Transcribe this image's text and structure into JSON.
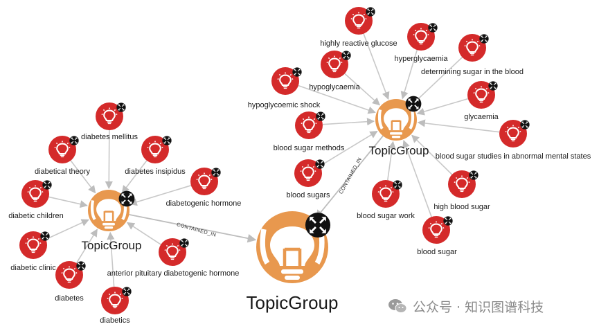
{
  "center": {
    "label": "TopicGroup"
  },
  "edge_label": "CONTAINED_IN",
  "groups": [
    {
      "label": "TopicGroup",
      "nodes": [
        "diabetes mellitus",
        "diabetical theory",
        "diabetes insipidus",
        "diabetogenic hormone",
        "diabetic children",
        "diabetic clinic",
        "diabetes",
        "diabetics",
        "anterior pituitary diabetogenic hormone"
      ]
    },
    {
      "label": "TopicGroup",
      "nodes": [
        "highly reactive glucose",
        "hyperglycaemia",
        "hypoglycaemia",
        "determining sugar in the blood",
        "hypoglycoemic shock",
        "glycaemia",
        "blood sugar methods",
        "blood sugar studies in abnormal mental states",
        "blood sugars",
        "high blood sugar",
        "blood sugar work",
        "blood sugar"
      ]
    }
  ],
  "watermark": {
    "text": "公众号 · 知识图谱科技"
  },
  "colors": {
    "topic_node": "#e8984e",
    "leaf_node": "#d42a2a",
    "expand_badge": "#111111",
    "edge": "#c8c8c8"
  }
}
